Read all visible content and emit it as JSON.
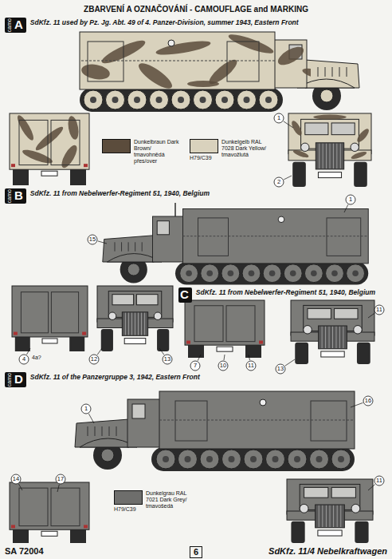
{
  "diagram": {
    "title": "ZBARVENÍ A OZNAČOVÁNÍ - CAMOUFLAGE and MARKING",
    "nodes": [
      {
        "text": [
          "camo",
          "A"
        ]
      },
      {
        "text": [
          "camo",
          "B"
        ]
      },
      {
        "text": [
          "C"
        ]
      },
      {
        "text": [
          "camo",
          "D"
        ]
      }
    ],
    "labels": [
      "SdKfz. 11 used by Pz. Jg. Abt. 49 of 4. Panzer-Division, summer 1943, Eastern Front",
      "H79/C39",
      "SdKfz. 11 from Nebelwerfer-Regiment 51, 1940, Belgium",
      "SdKfz. 11 from Nebelwerfer-Regiment 51, 1940, Belgium",
      "SdKfz. 11 of the Panzergruppe 3, 1942, Eastern Front",
      "H79/C39",
      "SA 72004",
      "6",
      "SdKfz. 11/4 Nebelkraftwagen",
      "1",
      "2",
      "15",
      "1",
      "4",
      "4a?",
      "12",
      "13",
      "7",
      "10",
      "11",
      "11",
      "13",
      "1",
      "16",
      "14",
      "17",
      "11"
    ],
    "legend": [
      {
        "text": "Dunkelbraun Dark Brown/ tmavohnědá přes/over",
        "color": "#5b4c3c"
      },
      {
        "text": "Dunkelgelb RAL 7028 Dark Yellow/ tmavožlutá",
        "color": "#d9d2bd"
      },
      {
        "text": "Dunkelgrau RAL 7021 Dark Grey/ tmavošedá",
        "color": "#6e6e6c"
      }
    ]
  }
}
